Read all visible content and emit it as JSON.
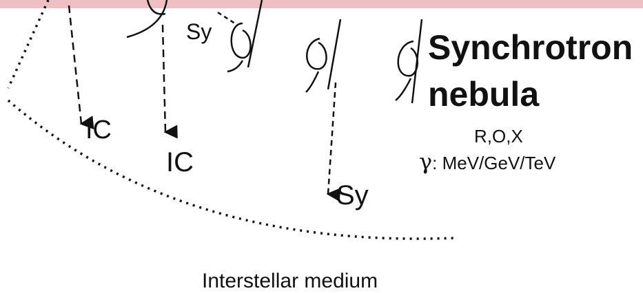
{
  "labels": {
    "ic_left": "IC",
    "ic_center": "IC",
    "sy_top": "Sy",
    "sy_bottom": "Sy",
    "title_line1": "Synchrotron",
    "title_line2": "nebula",
    "bands": "R,O,X",
    "gamma_symbol": "γ",
    "gamma_text": ": MeV/GeV/TeV",
    "medium": "Interstellar medium"
  },
  "colors": {
    "ink": "#111111",
    "top_band": "#efbfc3"
  }
}
